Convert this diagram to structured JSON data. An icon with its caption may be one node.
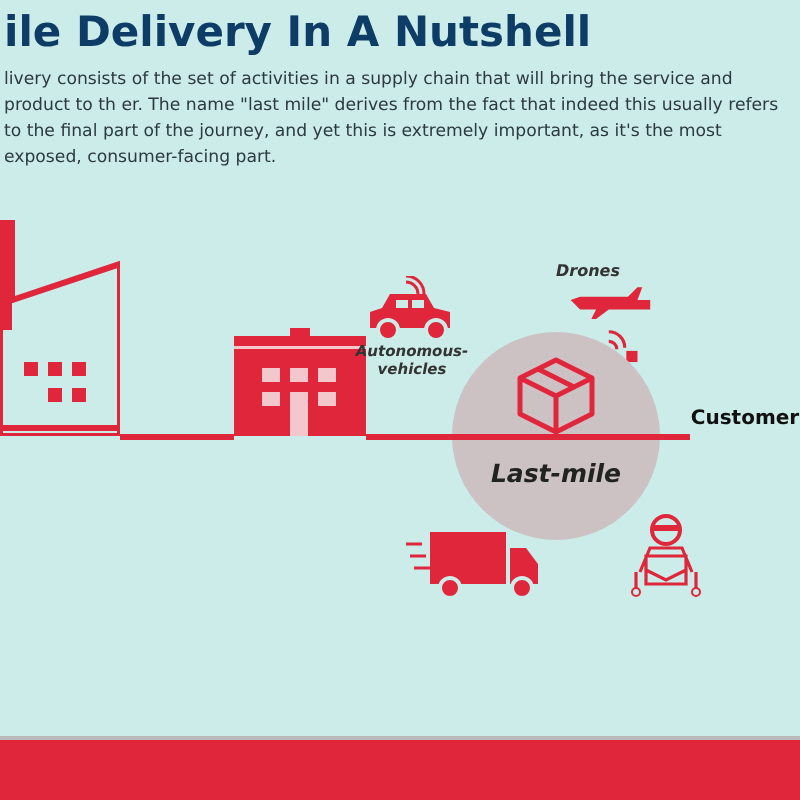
{
  "diagram": {
    "title": "ile Delivery In A Nutshell",
    "caption": "livery consists of the set of activities in a supply chain that will bring the service and product to th er. The name \"last mile\" derives from the fact that indeed this usually refers to the final part of the journey, and yet this is extremely important, as it's the most exposed, consumer-facing part.",
    "nodes": [
      {
        "text": [],
        "shape": "picture"
      },
      {
        "text": [],
        "shape": "picture"
      },
      {
        "text": [
          "Autonomous-vehicles"
        ]
      },
      {
        "text": [
          "Drones"
        ]
      },
      {
        "text": [
          "Last-mile"
        ]
      },
      {
        "text": [
          "Customer"
        ]
      },
      {
        "text": [],
        "shape": "picture"
      },
      {
        "text": [],
        "shape": "picture"
      }
    ],
    "edges": [
      {
        "from": 0,
        "to": 1,
        "arrow": "none"
      },
      {
        "from": 1,
        "to": 4,
        "arrow": "none"
      },
      {
        "from": 4,
        "to": 5,
        "arrow": "none"
      }
    ]
  }
}
